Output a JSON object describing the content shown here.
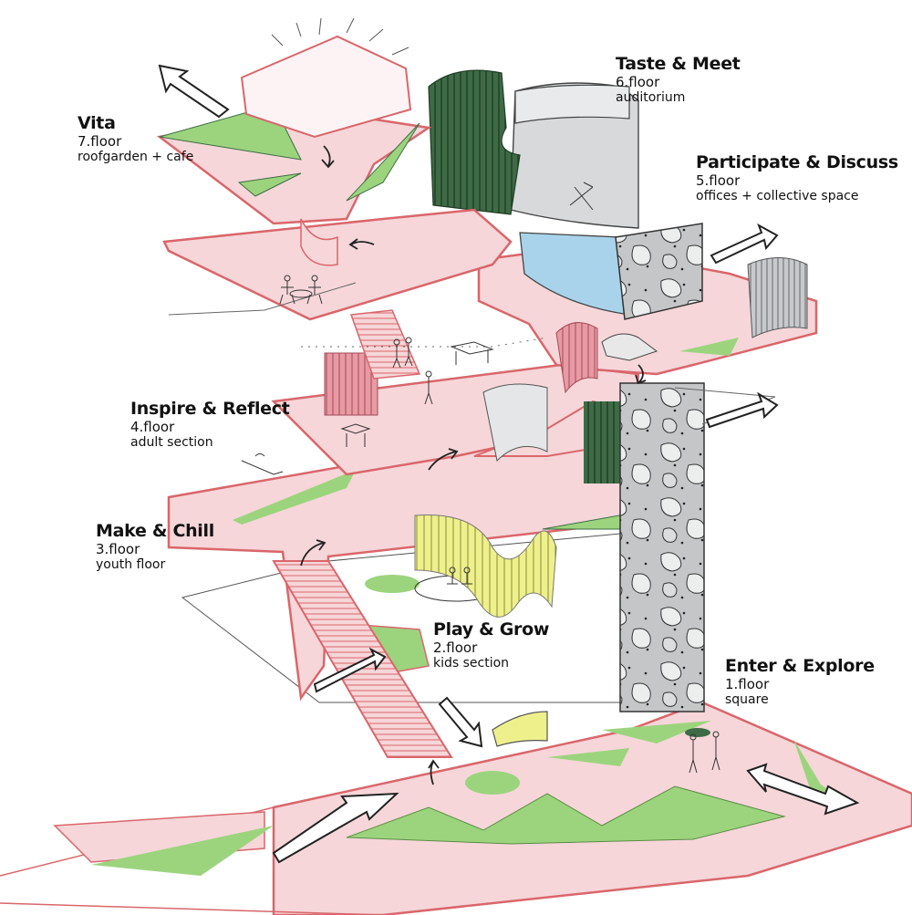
{
  "floors": [
    {
      "title": "Vita",
      "floor": "7.floor",
      "desc": "roofgarden + cafe"
    },
    {
      "title": "Taste & Meet",
      "floor": "6.floor",
      "desc": "auditorium"
    },
    {
      "title": "Participate & Discuss",
      "floor": "5.floor",
      "desc": "offices + collective space"
    },
    {
      "title": "Inspire & Reflect",
      "floor": "4.floor",
      "desc": "adult section"
    },
    {
      "title": "Make & Chill",
      "floor": "3.floor",
      "desc": "youth floor"
    },
    {
      "title": "Play & Grow",
      "floor": "2.floor",
      "desc": "kids section"
    },
    {
      "title": "Enter & Explore",
      "floor": "1.floor",
      "desc": "square"
    }
  ],
  "colors": {
    "floor_fill": "#f6d6d9",
    "floor_stroke": "#d9666b",
    "green": "#9cd47e",
    "dark_green": "#3e6b45",
    "yellow": "#eef08c",
    "blue": "#a9d3ea",
    "grey": "#b9bcbf",
    "ink": "#222222"
  }
}
